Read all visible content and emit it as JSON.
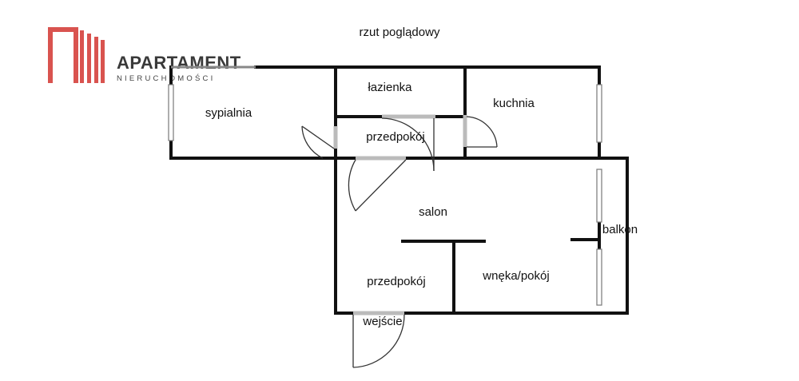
{
  "title": "rzut poglądowy",
  "logo": {
    "name": "APARTAMENT",
    "subtitle": "NIERUCHOMOŚCI",
    "color": "#d9534f"
  },
  "rooms": {
    "bedroom": "sypialnia",
    "bathroom": "łazienka",
    "kitchen": "kuchnia",
    "hall_upper": "przedpokój",
    "living_room": "salon",
    "balcony": "balkon",
    "hall_lower": "przedpokój",
    "alcove": "wnęka/pokój",
    "entrance": "wejście"
  },
  "colors": {
    "wall": "#111111",
    "opening": "#bbbbbb",
    "window": "#777777"
  }
}
